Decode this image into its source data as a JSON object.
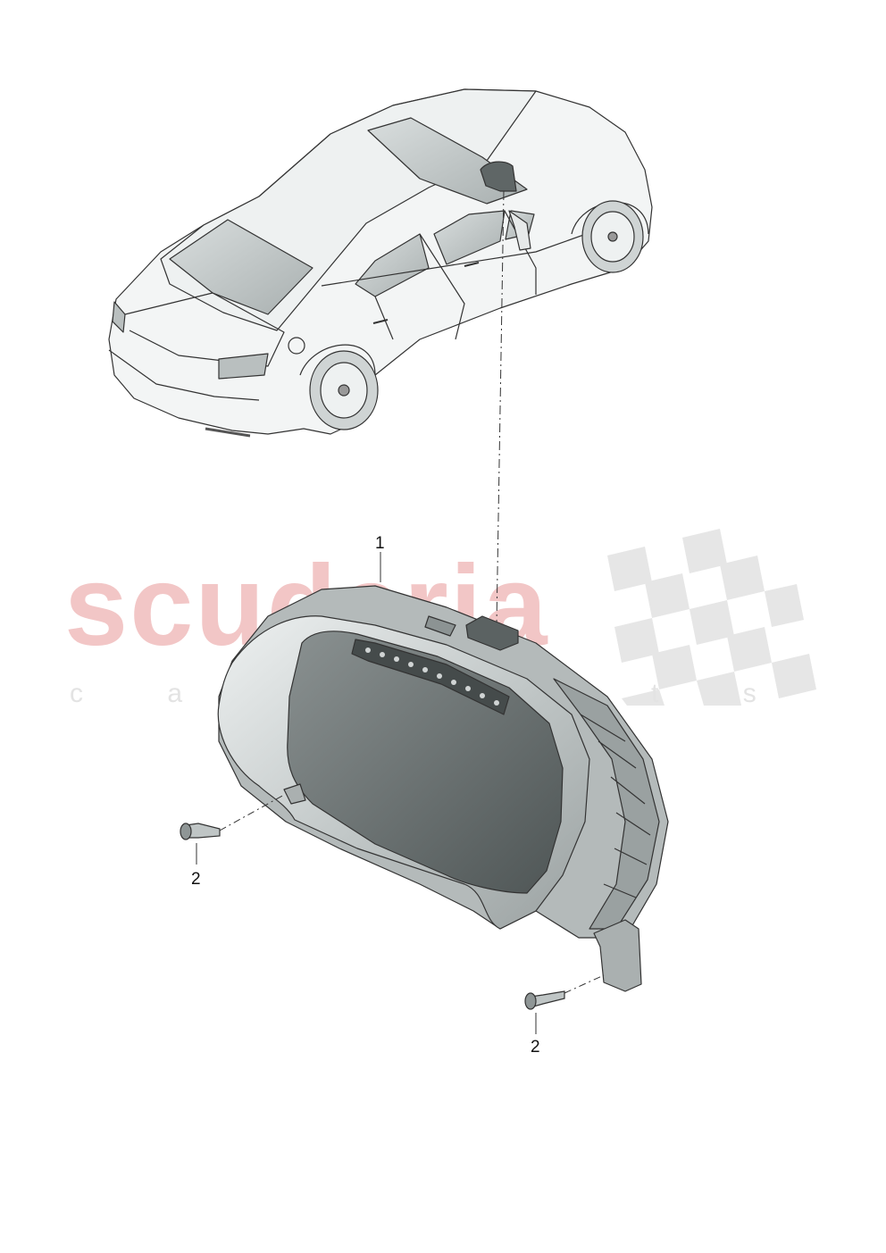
{
  "watermark": {
    "brand": "scuderia",
    "tagline": "c a r   p a r t s",
    "brand_color": "#f2c6c6",
    "tagline_color": "#e3e3e3",
    "checker_color": "#e6e6e6"
  },
  "callouts": {
    "part_1": "1",
    "part_2_left": "2",
    "part_2_right": "2"
  },
  "colors": {
    "line": "#333333",
    "car_fill": "#f3f5f5",
    "glass_fill": "#c9cfcf",
    "cluster_fill": "#d3d8d8",
    "screen_fill": "#6f7676"
  }
}
